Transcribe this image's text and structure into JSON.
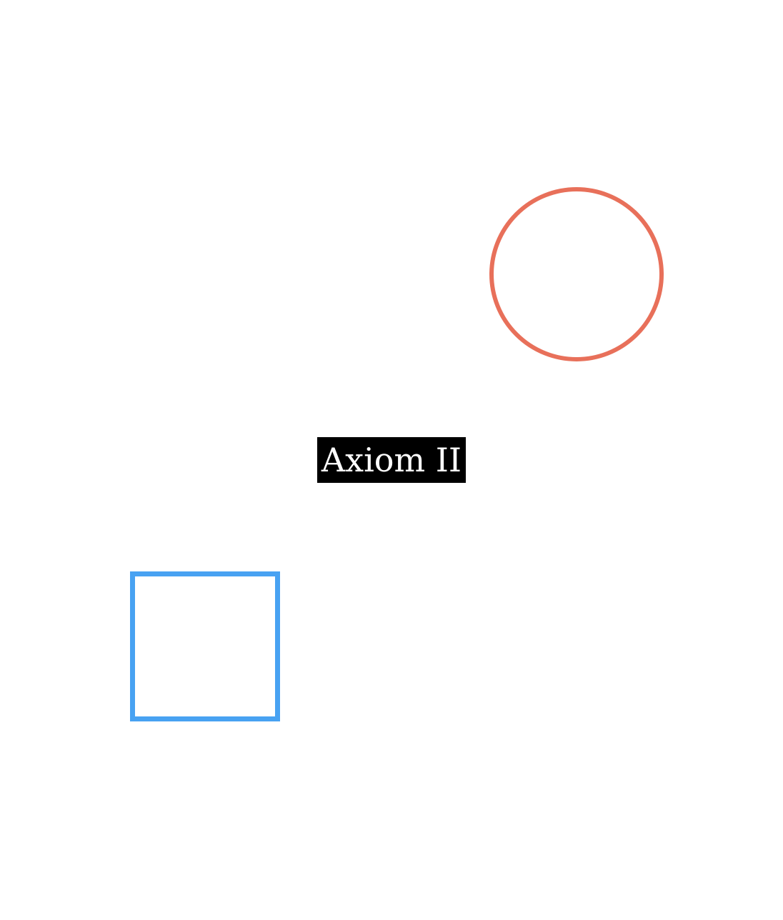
{
  "label": {
    "text": "Axiom II",
    "background_color": "#000000",
    "text_color": "#ffffff"
  },
  "shapes": {
    "circle": {
      "stroke_color": "#e8705a",
      "fill": "none"
    },
    "square": {
      "stroke_color": "#48a2f2",
      "fill": "none"
    }
  }
}
